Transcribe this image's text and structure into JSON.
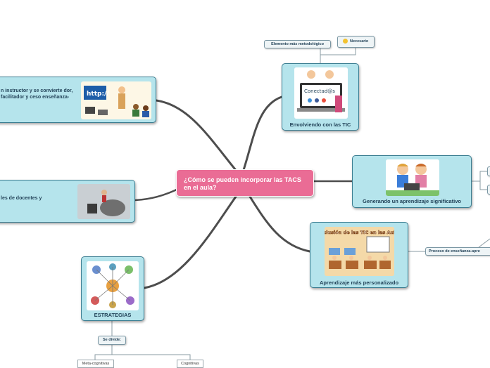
{
  "central": {
    "title": "¿Cómo se pueden incorporar las TACS en el aula?"
  },
  "nodes": {
    "instructor": {
      "text": "n instructor y se convierte dor, facilitador y ceso enseñanza-"
    },
    "docentes": {
      "text": "les de docentes y"
    },
    "estrategias": {
      "label": "ESTRATEGIAS"
    },
    "envolviendo": {
      "label": "Envolviendo con las TIC"
    },
    "generando": {
      "label": "Generando un aprendizaje significativo"
    },
    "aprendizaje": {
      "label": "Aprendizaje más personalizado",
      "image_text": "Inclusión de las TIC en las Aulas"
    }
  },
  "tags": {
    "elemento": "Elemento más metodológico",
    "necesario": "Necesario",
    "se_divide": "Se divide:",
    "proceso": "Proceso de enseñanza-apre",
    "meta": "Meta-cognitivas",
    "cognitivas": "Cognitivas"
  },
  "image_texts": {
    "conectados": "Conectad@s",
    "http": "http://"
  },
  "colors": {
    "central": "#ea6c95",
    "node_fill": "#b5e4ec",
    "node_border": "#3b7d91",
    "connector": "#4d4d4d"
  }
}
